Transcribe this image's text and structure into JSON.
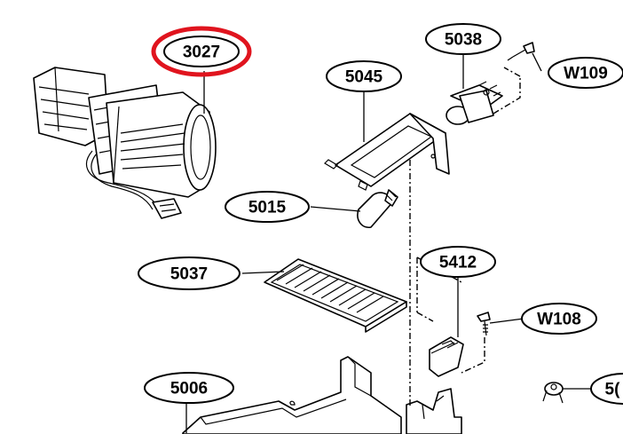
{
  "callouts": [
    {
      "id": "3027",
      "label": "3027",
      "highlighted": true
    },
    {
      "id": "5038",
      "label": "5038",
      "highlighted": false
    },
    {
      "id": "5045",
      "label": "5045",
      "highlighted": false
    },
    {
      "id": "W109",
      "label": "W109",
      "highlighted": false
    },
    {
      "id": "5015",
      "label": "5015",
      "highlighted": false
    },
    {
      "id": "5037",
      "label": "5037",
      "highlighted": false
    },
    {
      "id": "5412",
      "label": "5412",
      "highlighted": false
    },
    {
      "id": "W108",
      "label": "W108",
      "highlighted": false
    },
    {
      "id": "5006",
      "label": "5006",
      "highlighted": false
    },
    {
      "id": "partial",
      "label": "5(",
      "highlighted": false
    }
  ],
  "colors": {
    "line": "#000000",
    "background": "#ffffff",
    "highlight": "#e0141e"
  }
}
